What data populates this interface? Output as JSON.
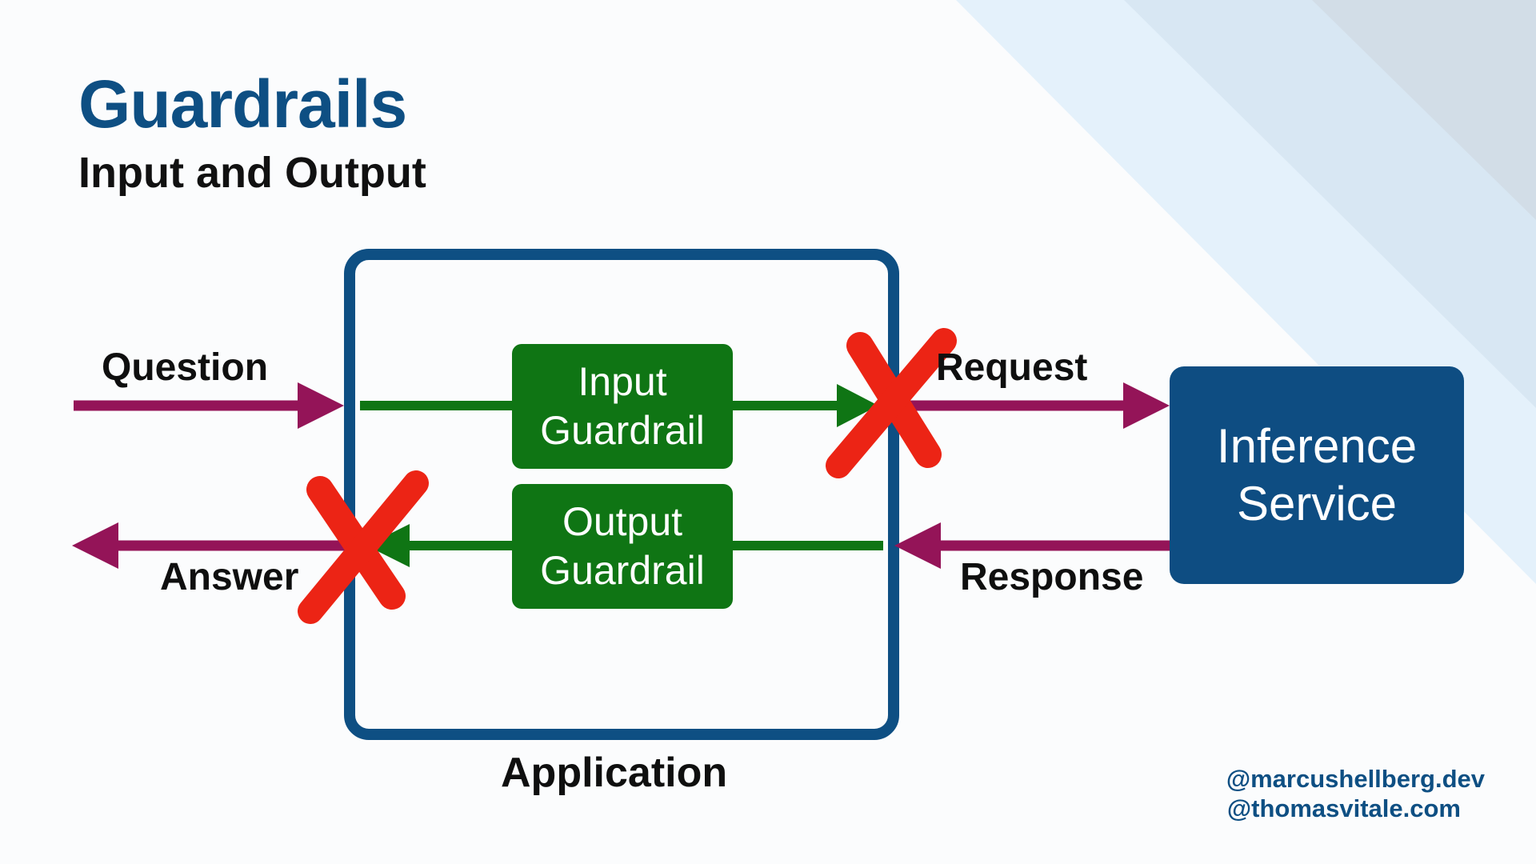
{
  "header": {
    "title": "Guardrails",
    "subtitle": "Input and Output"
  },
  "diagram": {
    "question_label": "Question",
    "answer_label": "Answer",
    "request_label": "Request",
    "response_label": "Response",
    "application_label": "Application",
    "input_guardrail": [
      "Input",
      "Guardrail"
    ],
    "output_guardrail": [
      "Output",
      "Guardrail"
    ],
    "inference_service": [
      "Inference",
      "Service"
    ],
    "blocked_markers": [
      "request-blocked",
      "answer-blocked"
    ]
  },
  "footer": {
    "handles": [
      "@marcushellberg.dev",
      "@thomasvitale.com"
    ]
  },
  "colors": {
    "title_blue": "#0e4f83",
    "application_border": "#0e4f83",
    "guardrail_green": "#0f7514",
    "flow_arrow": "#941458",
    "blocked_cross": "#ec2415",
    "inference_blue": "#0e4d82"
  }
}
